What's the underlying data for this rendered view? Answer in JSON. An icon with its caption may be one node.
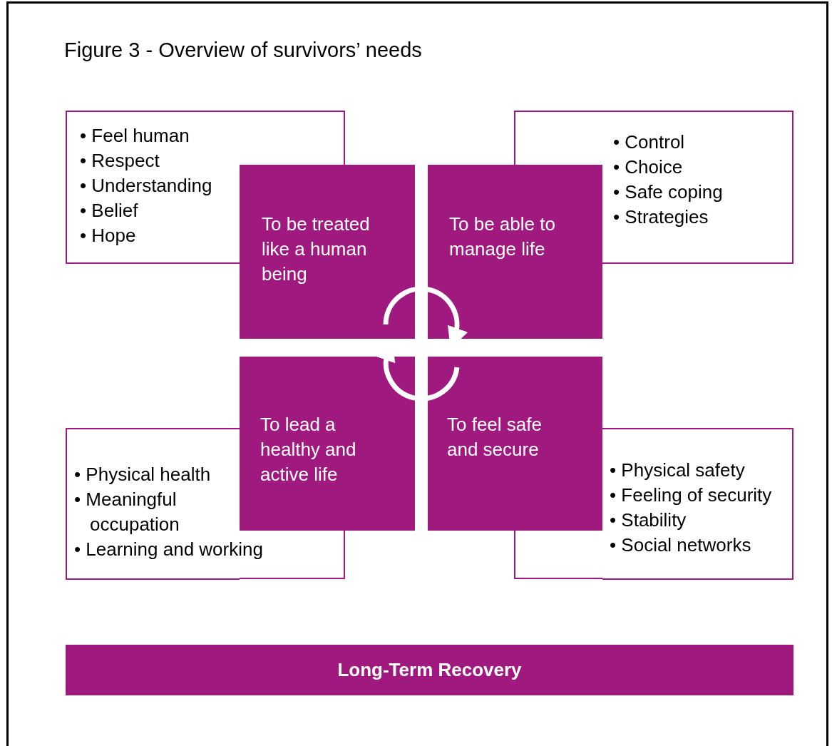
{
  "diagram": {
    "title": "Figure 3 - Overview of survivors’ needs",
    "nodes": [
      {
        "text": [
          "• Feel human",
          "• Respect",
          "• Understanding",
          "• Belief",
          "• Hope"
        ]
      },
      {
        "text": [
          "• Control",
          "• Choice",
          "• Safe coping",
          "• Strategies"
        ]
      },
      {
        "text": [
          "• Physical health",
          "• Meaningful occupation",
          "• Learning and working"
        ]
      },
      {
        "text": [
          "• Physical safety",
          "• Feeling of security",
          "• Stability",
          "• Social networks"
        ]
      },
      {
        "text": [
          "To be treated like a human being"
        ]
      },
      {
        "text": [
          "To be able to manage life"
        ]
      },
      {
        "text": [
          "To lead a healthy and active life"
        ]
      },
      {
        "text": [
          "To feel safe and secure"
        ]
      },
      {
        "text": [
          "Long-Term Recovery"
        ]
      }
    ],
    "edges": [
      {
        "from": 4,
        "to": 5,
        "arrow": "to"
      },
      {
        "from": 7,
        "to": 6,
        "arrow": "to"
      }
    ]
  }
}
